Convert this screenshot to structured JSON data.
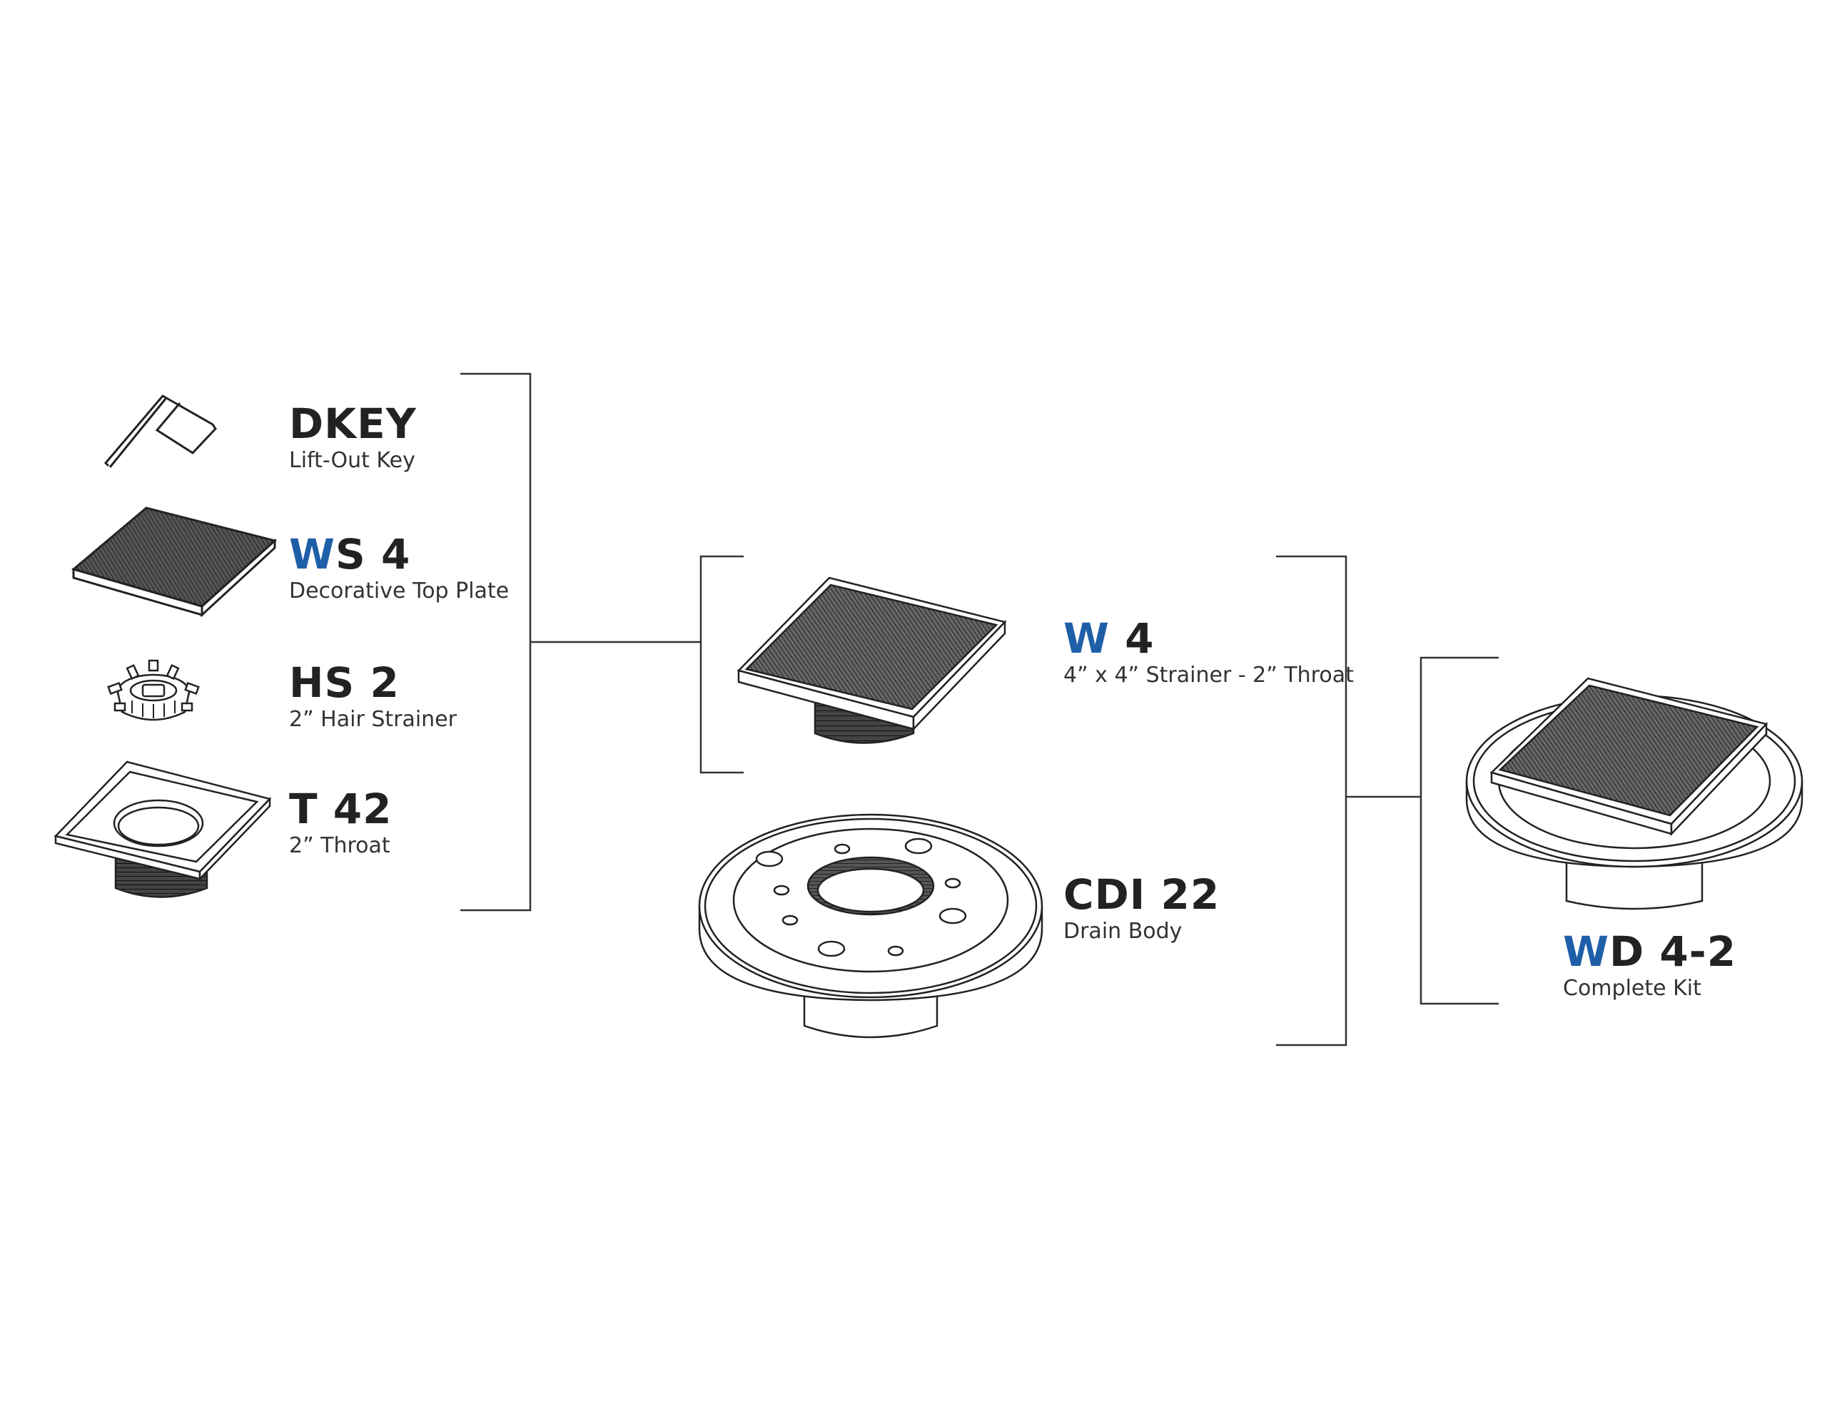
{
  "accent_color": "#1f5fa8",
  "parts": {
    "dkey": {
      "code_rest": "DKEY",
      "description": "Lift-Out Key"
    },
    "ws4": {
      "code_accent": "W",
      "code_rest": "S 4",
      "description": "Decorative Top Plate"
    },
    "hs2": {
      "code_rest": "HS 2",
      "description": "2” Hair Strainer"
    },
    "t42": {
      "code_rest": "T 42",
      "description": "2” Throat"
    },
    "w4": {
      "code_accent": "W",
      "code_rest": " 4",
      "description": "4” x 4” Strainer - 2” Throat"
    },
    "cdi22": {
      "code_rest": "CDI 22",
      "description": "Drain Body"
    },
    "wd42": {
      "code_accent": "W",
      "code_rest": "D 4-2",
      "description": "Complete Kit"
    }
  },
  "icons": [
    "lift-key-icon",
    "top-plate-icon",
    "hair-strainer-icon",
    "throat-icon",
    "strainer-assembly-icon",
    "drain-body-icon",
    "complete-kit-icon"
  ]
}
